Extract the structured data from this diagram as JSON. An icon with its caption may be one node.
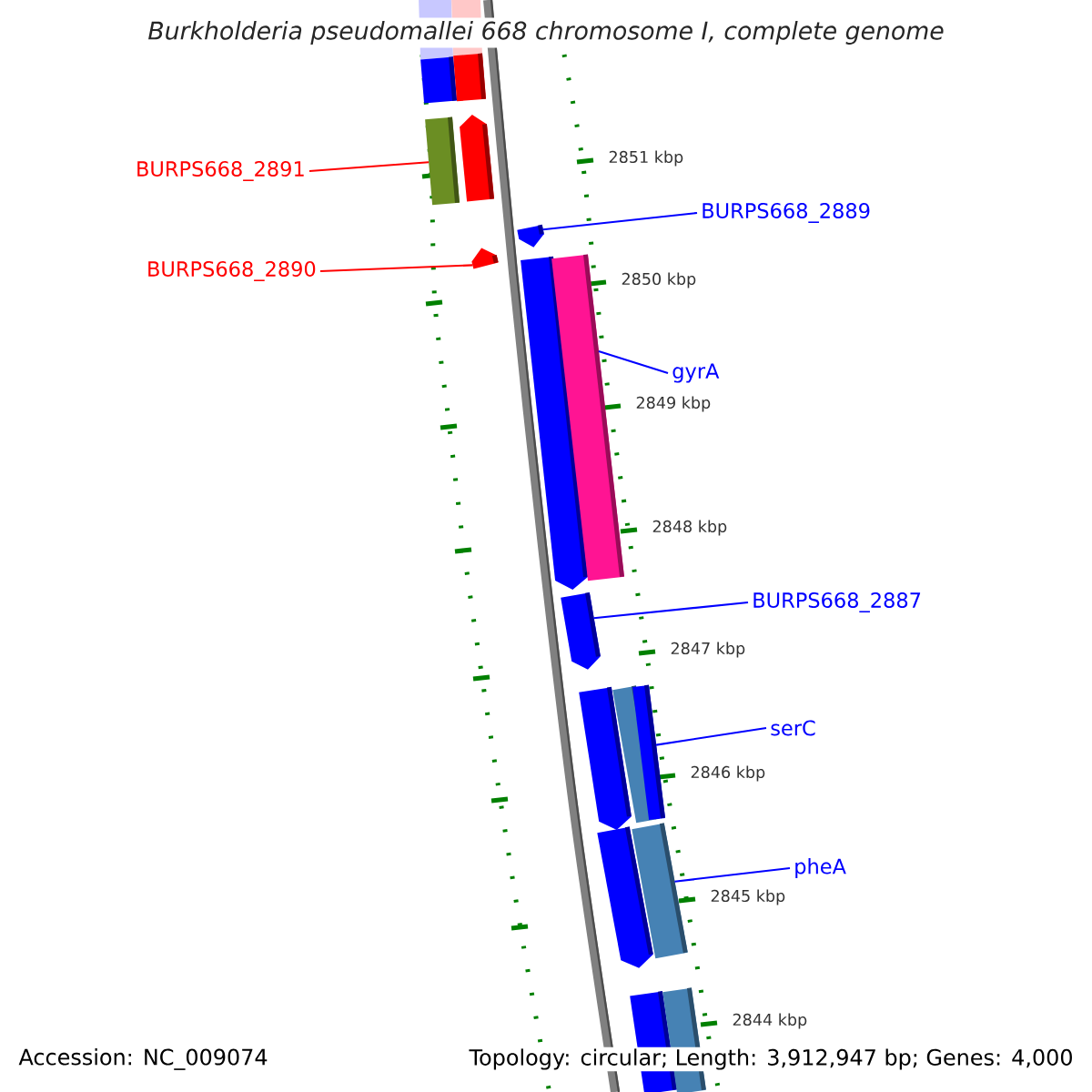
{
  "diagram": {
    "title": "Burkholderia pseudomallei 668 chromosome I, complete genome",
    "nodes": [
      {
        "text": [],
        "shape": "bar"
      },
      {
        "text": [],
        "shape": "bar"
      },
      {
        "text": [],
        "shape": "bar"
      },
      {
        "text": [],
        "shape": "pentagon"
      },
      {
        "text": [
          "BURPS668_2891"
        ]
      },
      {
        "text": [
          "BURPS668_2889"
        ]
      },
      {
        "text": [],
        "shape": "pentagon"
      },
      {
        "text": [],
        "shape": "pentagon"
      },
      {
        "text": [
          "BURPS668_2890"
        ]
      },
      {
        "text": [],
        "shape": "pentagon"
      },
      {
        "text": [],
        "shape": "bar"
      },
      {
        "text": [
          "gyrA"
        ]
      },
      {
        "text": [
          "BURPS668_2887"
        ]
      },
      {
        "text": [],
        "shape": "pentagon"
      },
      {
        "text": [],
        "shape": "pentagon"
      },
      {
        "text": [],
        "shape": "bar"
      },
      {
        "text": [],
        "shape": "bar"
      },
      {
        "text": [
          "serC"
        ]
      },
      {
        "text": [],
        "shape": "pentagon"
      },
      {
        "text": [],
        "shape": "bar"
      },
      {
        "text": [
          "pheA"
        ]
      },
      {
        "text": [],
        "shape": "bar"
      },
      {
        "text": [],
        "shape": "bar"
      }
    ],
    "edges": [
      {
        "from": 4,
        "to": 2,
        "arrow": "none",
        "color": "#ff0000"
      },
      {
        "from": 5,
        "to": 6,
        "arrow": "none"
      },
      {
        "from": 8,
        "to": 7,
        "arrow": "none",
        "color": "#ff0000"
      },
      {
        "from": 11,
        "to": 10,
        "arrow": "none"
      },
      {
        "from": 12,
        "to": 13,
        "arrow": "none"
      },
      {
        "from": 17,
        "to": 16,
        "arrow": "none"
      },
      {
        "from": 20,
        "to": 19,
        "arrow": "none"
      }
    ],
    "labels": [
      "2851 kbp",
      "2850 kbp",
      "2849 kbp",
      "2848 kbp",
      "2847 kbp",
      "2846 kbp",
      "2845 kbp",
      "2844 kbp",
      "Accession: NC_009074",
      "Topology: circular; Length: 3,912,947 bp; Genes: 4,000"
    ]
  }
}
